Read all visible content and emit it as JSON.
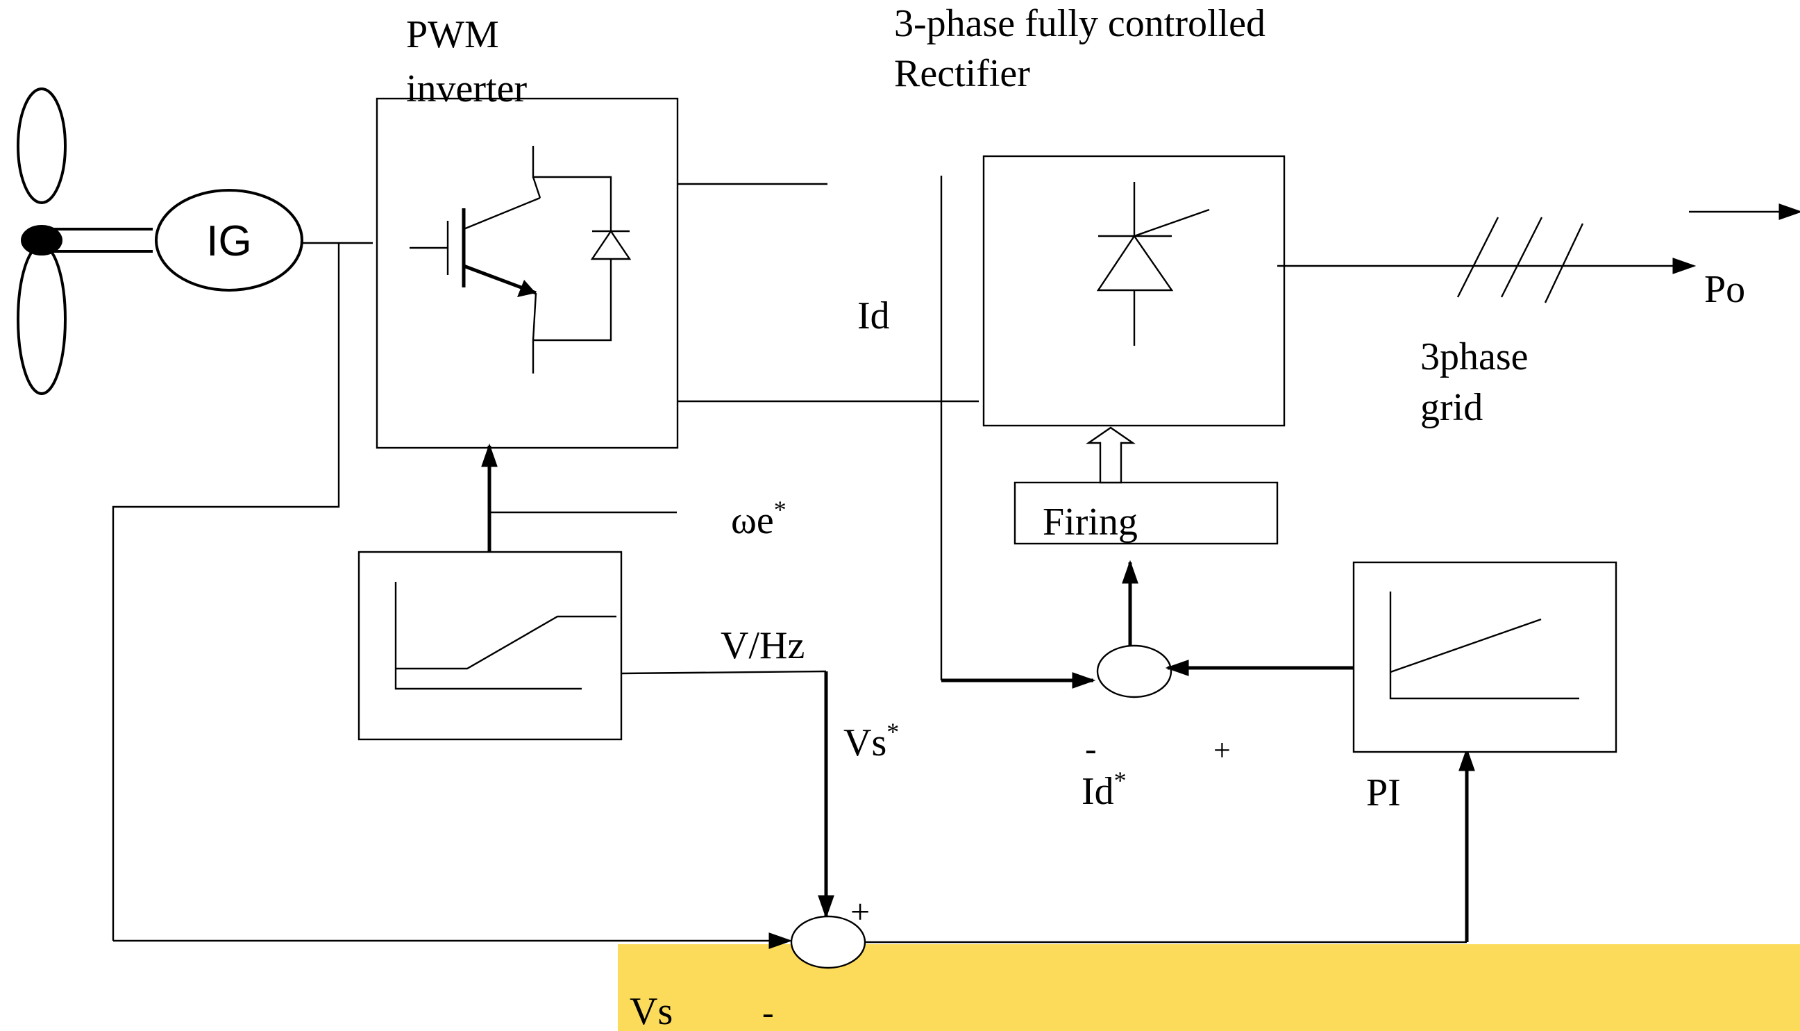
{
  "labels": {
    "pwm_inverter_line1": "PWM",
    "pwm_inverter_line2": "inverter",
    "rectifier_line1": "3-phase fully controlled",
    "rectifier_line2": "Rectifier",
    "generator": "IG",
    "id": "Id",
    "po": "Po",
    "grid_line1": "3phase",
    "grid_line2": "grid",
    "omega_e": "ωe",
    "omega_e_sup": "*",
    "firing": "Firing",
    "vhz": "V/Hz",
    "vs_ref": "Vs",
    "vs_ref_sup": "*",
    "id_ref": "Id",
    "id_ref_sup": "*",
    "pi": "PI",
    "minus_id": "-",
    "plus_id": "+",
    "plus_vs": "+",
    "vs": "Vs",
    "minus_vs": "-"
  },
  "colors": {
    "line": "#000000",
    "highlight_band": "#fcdb5b",
    "background": "#ffffff"
  }
}
